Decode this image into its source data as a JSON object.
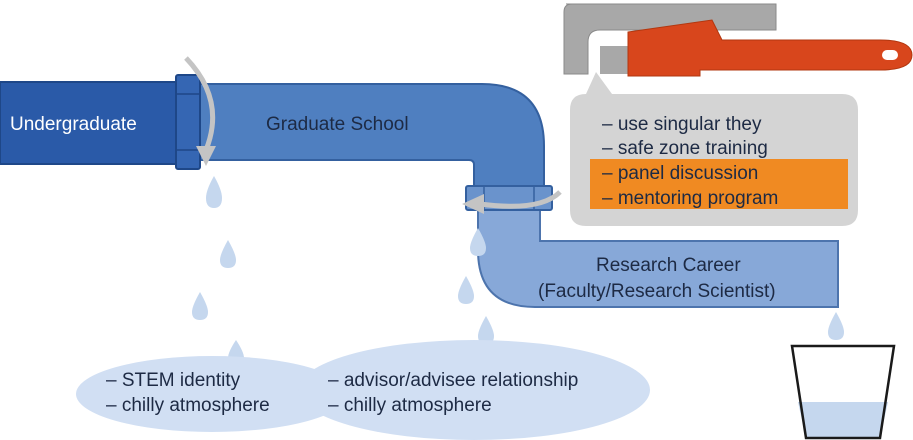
{
  "pipeline": {
    "stage_1": "Undergraduate",
    "stage_2": "Graduate School",
    "stage_3_line_1": "Research Career",
    "stage_3_line_2": "(Faculty/Research Scientist)"
  },
  "interventions": [
    {
      "text": "– use singular they",
      "highlighted": false
    },
    {
      "text": "– safe zone training",
      "highlighted": false
    },
    {
      "text": "– panel discussion",
      "highlighted": true
    },
    {
      "text": "– mentoring program",
      "highlighted": true
    }
  ],
  "leak_causes": {
    "left": [
      "– STEM identity",
      "– chilly atmosphere"
    ],
    "right": [
      "– advisor/advisee relationship",
      "– chilly atmosphere"
    ]
  },
  "colors": {
    "undergrad_pipe": "#2a5aa8",
    "grad_pipe": "#4f7fc0",
    "career_pipe": "#87a8d8",
    "drop": "#c5d7ee",
    "cloud": "#d1dff3",
    "bubble": "#d4d4d4",
    "highlight": "#f08a22",
    "wrench_orange": "#d8461c",
    "wrench_gray": "#a8a8a8",
    "arrow_gray": "#c4c4c4"
  },
  "icons": [
    "wrench-icon",
    "water-drop-icon",
    "rotation-arrow-icon",
    "glass-icon"
  ]
}
